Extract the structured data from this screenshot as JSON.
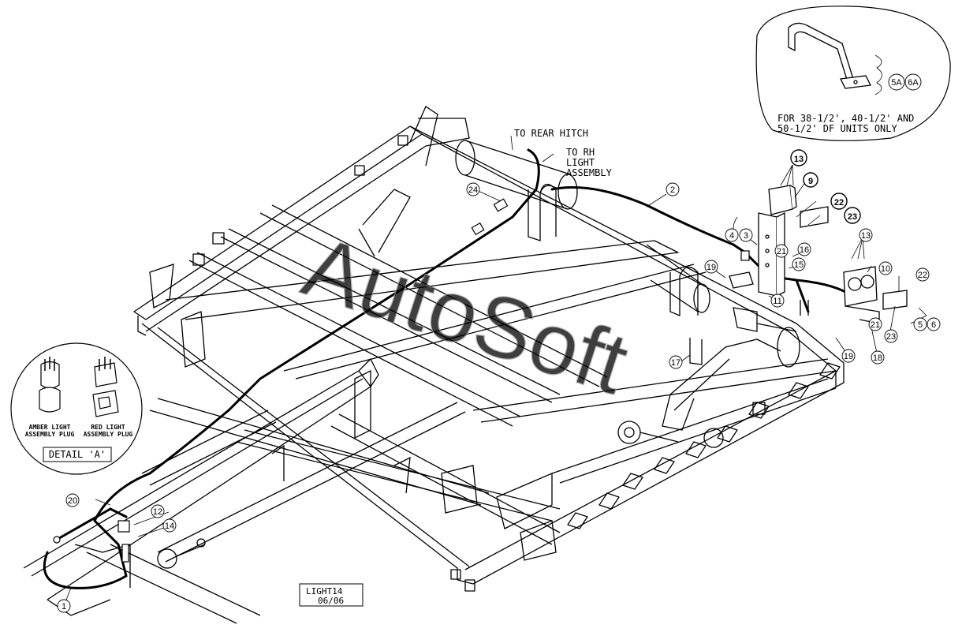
{
  "labels": {
    "to_rear_hitch": "TO REAR HITCH",
    "to_rh_line1": "TO RH",
    "to_rh_line2": "LIGHT",
    "to_rh_line3": "ASSEMBLY",
    "inset_note_line1": "FOR 38-1/2', 40-1/2' AND",
    "inset_note_line2": "50-1/2' DF UNITS ONLY",
    "amber_line1": "AMBER LIGHT",
    "amber_line2": "ASSEMBLY PLUG",
    "red_line1": "RED LIGHT",
    "red_line2": "ASSEMBLY PLUG",
    "detail": "DETAIL 'A'",
    "drawing_code": "LIGHT14",
    "drawing_date": "06/06",
    "watermark": "AutoSoft"
  },
  "callouts": {
    "c1": "1",
    "c2": "2",
    "c3": "3",
    "c4": "4",
    "c5": "5",
    "c6": "6",
    "c5a": "5A",
    "c6a": "6A",
    "c9": "9",
    "c10": "10",
    "c11": "11",
    "c12": "12",
    "c13a": "13",
    "c13b": "13",
    "c14": "14",
    "c15": "15",
    "c16": "16",
    "c17": "17",
    "c18": "18",
    "c19a": "19",
    "c19b": "19",
    "c20": "20",
    "c21a": "21",
    "c21b": "21",
    "c22a": "22",
    "c22b": "22",
    "c23a": "23",
    "c23b": "23",
    "c24": "24"
  },
  "colors": {
    "line": "#000000",
    "watermark": "#cfcfcf",
    "background": "#ffffff"
  }
}
